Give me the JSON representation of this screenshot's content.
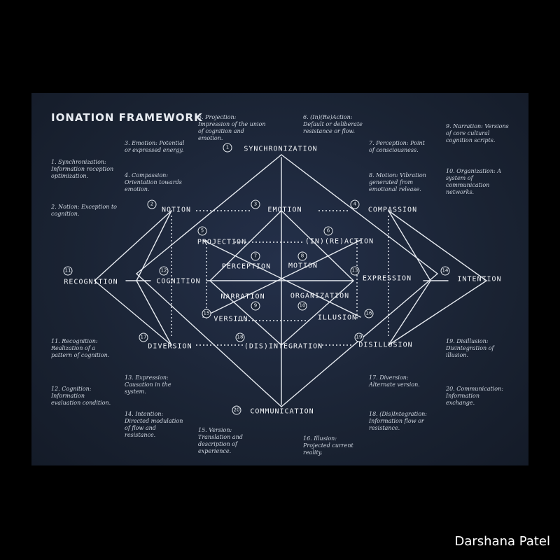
{
  "title": "IONATION FRAMEWORK",
  "signature": "Darshana Patel",
  "definitions": [
    {
      "term": "1. Synchronization:",
      "desc": "Information reception optimization."
    },
    {
      "term": "2. Notion:",
      "desc": "Exception to cognition."
    },
    {
      "term": "3. Emotion:",
      "desc": "Potential or expressed energy."
    },
    {
      "term": "4. Compassion:",
      "desc": "Orientation towards emotion."
    },
    {
      "term": "5. Projection:",
      "desc": "Impression of the union of cognition and emotion."
    },
    {
      "term": "6. (In)(Re)Action:",
      "desc": "Default or deliberate resistance or flow."
    },
    {
      "term": "7. Perception:",
      "desc": "Point of consciousness."
    },
    {
      "term": "8. Motion:",
      "desc": "Vibration generated from emotional release."
    },
    {
      "term": "9. Narration:",
      "desc": "Versions of core cultural cognition scripts."
    },
    {
      "term": "10. Organization:",
      "desc": "A system of communication networks."
    },
    {
      "term": "11. Recognition:",
      "desc": "Realization of a pattern of cognition."
    },
    {
      "term": "12. Cognition:",
      "desc": "Information evaluation condition."
    },
    {
      "term": "13. Expression:",
      "desc": "Causation in the system."
    },
    {
      "term": "14. Intention:",
      "desc": "Directed modulation of flow and resistance."
    },
    {
      "term": "15. Version:",
      "desc": "Translation and description of experience."
    },
    {
      "term": "16. Illusion:",
      "desc": "Projected current reality."
    },
    {
      "term": "17. Diversion:",
      "desc": "Alternate version."
    },
    {
      "term": "18. (Dis)Integration:",
      "desc": "Information flow or resistance."
    },
    {
      "term": "19. Disillusion:",
      "desc": "Disintegration of illusion."
    },
    {
      "term": "20. Communication:",
      "desc": "Information exchange."
    }
  ],
  "nodes": [
    {
      "num": "1",
      "label": "SYNCHRONIZATION"
    },
    {
      "num": "2",
      "label": "NOTION"
    },
    {
      "num": "3",
      "label": "EMOTION"
    },
    {
      "num": "4",
      "label": "COMPASSION"
    },
    {
      "num": "5",
      "label": "PROJECTION"
    },
    {
      "num": "6",
      "label": "(IN)(RE)ACTION"
    },
    {
      "num": "7",
      "label": "PERCEPTION"
    },
    {
      "num": "8",
      "label": "MOTION"
    },
    {
      "num": "9",
      "label": "NARRATION"
    },
    {
      "num": "10",
      "label": "ORGANIZATION"
    },
    {
      "num": "11",
      "label": "RECOGNITION"
    },
    {
      "num": "12",
      "label": "COGNITION"
    },
    {
      "num": "13",
      "label": "EXPRESSION"
    },
    {
      "num": "14",
      "label": "INTENTION"
    },
    {
      "num": "15",
      "label": "VERSION"
    },
    {
      "num": "16",
      "label": "ILLUSION"
    },
    {
      "num": "17",
      "label": "DIVERSION"
    },
    {
      "num": "18",
      "label": "(DIS)INTEGRATION"
    },
    {
      "num": "19",
      "label": "DISILLUSION"
    },
    {
      "num": "20",
      "label": "COMMUNICATION"
    }
  ]
}
